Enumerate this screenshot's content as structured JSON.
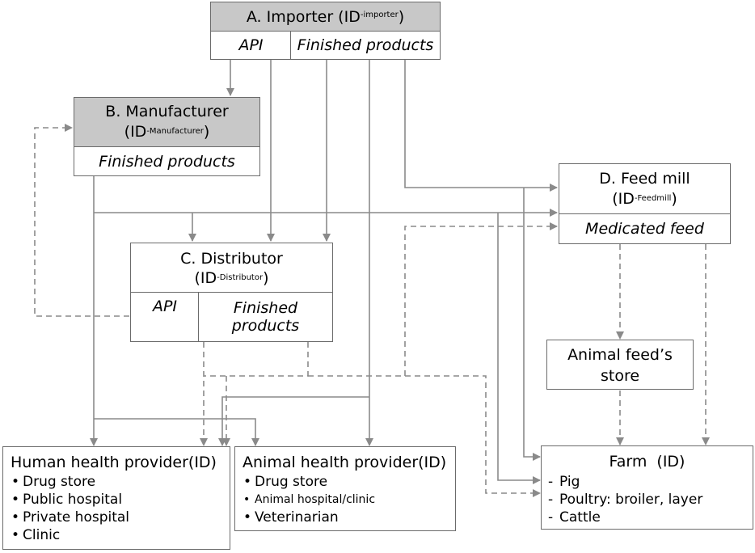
{
  "importer": {
    "title": "A. Importer (ID",
    "title_sup": "-importer",
    "title_end": ")",
    "cell_api": "API",
    "cell_finished": "Finished products"
  },
  "manufacturer": {
    "title": "B. Manufacturer",
    "id_open": "(ID",
    "id_sup": "-Manufacturer",
    "id_close": ")",
    "cell_finished": "Finished products"
  },
  "distributor": {
    "title": "C. Distributor",
    "id_open": "(ID",
    "id_sup": "-Distributor",
    "id_close": ")",
    "cell_api": "API",
    "cell_finished_1": "Finished",
    "cell_finished_2": "products"
  },
  "feedmill": {
    "title": "D. Feed mill",
    "id_open": "(ID",
    "id_sup": "-Feedmill",
    "id_close": ")",
    "cell_medicated": "Medicated feed"
  },
  "feed_store": {
    "line1": "Animal feed’s",
    "line2": "store"
  },
  "human_provider": {
    "title": "Human health provider(ID)",
    "items": [
      "Drug store",
      "Public hospital",
      "Private hospital",
      "Clinic"
    ]
  },
  "animal_provider": {
    "title": "Animal health provider(ID)",
    "items": [
      "Drug store",
      "Animal hospital/clinic",
      "Veterinarian"
    ]
  },
  "farm": {
    "title": "Farm  (ID)",
    "items": [
      "Pig",
      "Poultry: broiler, layer",
      "Cattle"
    ]
  },
  "style": {
    "line_color": "#8a8a8a",
    "box_border": "#6b6b6b",
    "header_fill": "#c8c8c8"
  }
}
